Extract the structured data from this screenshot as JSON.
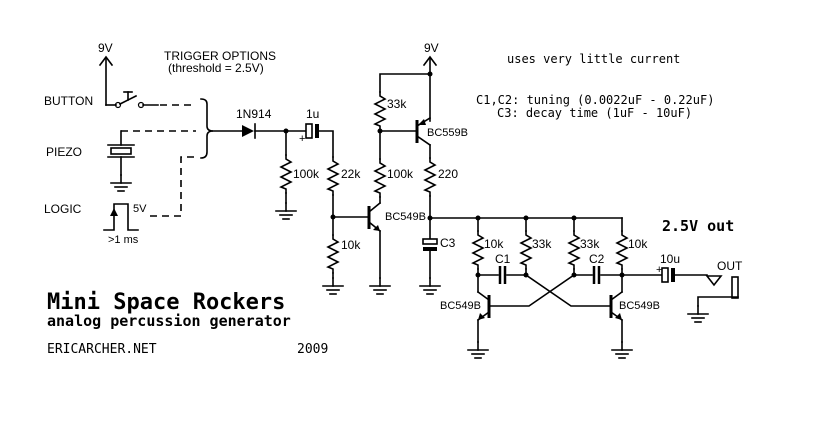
{
  "title": "Mini Space Rockers",
  "subtitle": "analog percussion generator",
  "website": "ERICARCHER.NET",
  "year": "2009",
  "notes": {
    "current": "uses very little current",
    "tuning": "C1,C2: tuning (0.0022uF - 0.22uF)",
    "decay": "C3: decay time (1uF - 10uF)"
  },
  "trigger": {
    "header": "TRIGGER OPTIONS",
    "threshold": "(threshold = 2.5V)",
    "button_label": "BUTTON",
    "piezo_label": "PIEZO",
    "logic_label": "LOGIC",
    "logic_voltage": "5V",
    "logic_pulse": ">1 ms",
    "supply": "9V"
  },
  "components": {
    "diode": "1N914",
    "c_input": "1u",
    "r_100k_a": "100k",
    "r_22k": "22k",
    "r_10k_a": "10k",
    "r_33k_a": "33k",
    "r_100k_b": "100k",
    "r_220": "220",
    "q_pnp": "BC559B",
    "q_npn_a": "BC549B",
    "c3": "C3",
    "supply": "9V",
    "r_10k_l": "10k",
    "r_33k_l": "33k",
    "r_33k_r": "33k",
    "r_10k_r": "10k",
    "c1": "C1",
    "c2": "C2",
    "q_npn_l": "BC549B",
    "q_npn_r": "BC549B",
    "c_out": "10u",
    "out_label": "OUT",
    "out_level": "2.5V out"
  }
}
